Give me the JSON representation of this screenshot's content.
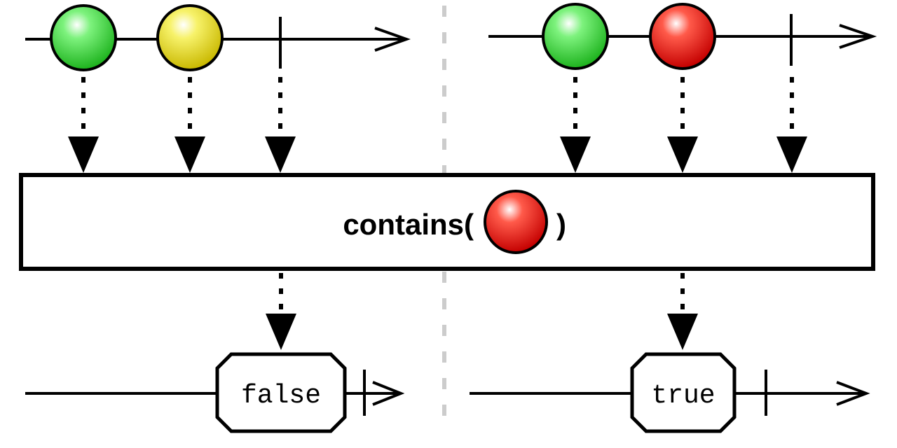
{
  "diagram": {
    "operator": {
      "label_prefix": "contains(",
      "label_suffix": ")",
      "argument_marble_color": "red"
    },
    "panels": [
      {
        "id": "left",
        "input_marbles": [
          "green",
          "yellow"
        ],
        "input_completes": true,
        "result_label": "false",
        "result_completes": true
      },
      {
        "id": "right",
        "input_marbles": [
          "green",
          "red"
        ],
        "input_completes": true,
        "result_label": "true",
        "result_completes": true
      }
    ]
  },
  "colors": {
    "green": "#22cc22",
    "yellow": "#e8e000",
    "red": "#e81010",
    "stroke": "#000000",
    "divider": "#cccccc"
  }
}
